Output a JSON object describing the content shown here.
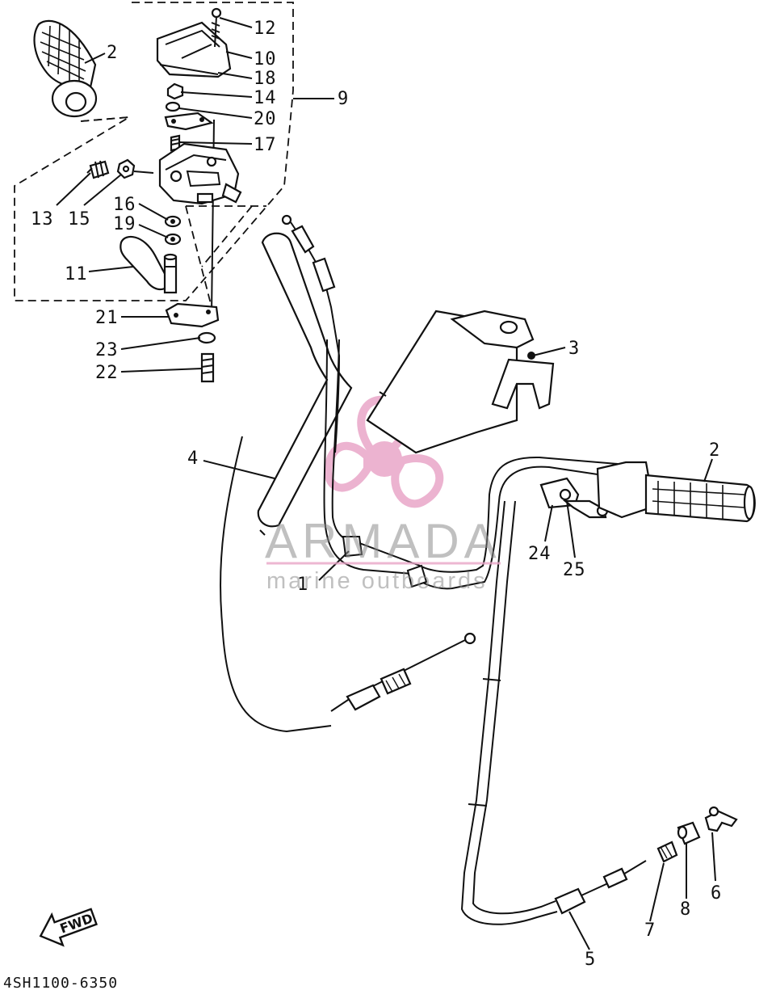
{
  "diagram": {
    "part_code": "4SH1100-6350",
    "fwd_label": "FWD",
    "colors": {
      "line": "#111111",
      "watermark_text": "#8c8c8c",
      "watermark_logo": "#e9a6c8"
    },
    "watermark": {
      "title": "ARMADA",
      "subtitle": "marine outboards",
      "logo_icon": "propeller-icon"
    },
    "callouts": {
      "c1": "1",
      "c2a": "2",
      "c2b": "2",
      "c3": "3",
      "c4": "4",
      "c5": "5",
      "c6": "6",
      "c7": "7",
      "c8": "8",
      "c9": "9",
      "c10": "10",
      "c11": "11",
      "c12": "12",
      "c13": "13",
      "c14": "14",
      "c15": "15",
      "c16": "16",
      "c17": "17",
      "c18": "18",
      "c19": "19",
      "c20": "20",
      "c21": "21",
      "c22": "22",
      "c23": "23",
      "c24": "24",
      "c25": "25"
    }
  }
}
